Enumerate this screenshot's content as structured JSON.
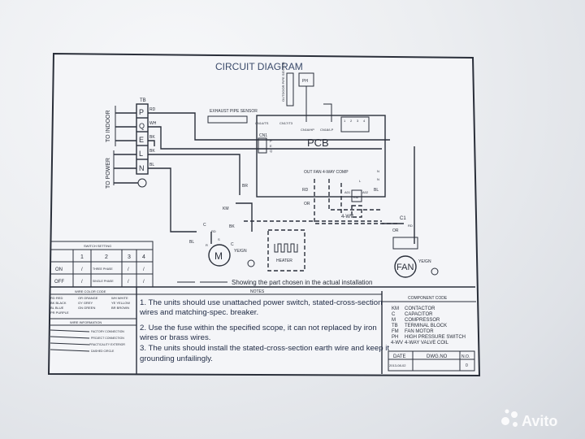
{
  "title": "CIRCUIT DIAGRAM",
  "terminal_block": {
    "label": "TB",
    "terminals": [
      "P",
      "Q",
      "E",
      "L",
      "N"
    ],
    "wires": [
      "RD",
      "WH",
      "BK",
      "BK",
      "BL"
    ],
    "to_indoor": "TO INDOOR",
    "to_power": "TO POWER"
  },
  "sensors": {
    "exhaust": "EXHAUST PIPE SENSOR",
    "outdoor": "OUTDOOR PIPE SENSOR",
    "ph": "PH"
  },
  "pcb": {
    "label": "PCB",
    "connectors": [
      "CN14/TS",
      "CN17/T3",
      "CN16/HP",
      "CN18/LP",
      "CN1"
    ],
    "cn1_pins": [
      "P",
      "E",
      "Q"
    ],
    "outputs": "OUT FAN  4-WAY  COMP",
    "l": "L",
    "n1": "N",
    "n2": "N",
    "dip": [
      "1",
      "2",
      "3",
      "4"
    ]
  },
  "wiring": {
    "rd": "RD",
    "bl": "BL",
    "a01": "A01",
    "a02": "A02",
    "km": "KM",
    "or1": "OR",
    "fourwv": "4-WV",
    "c1": "C1",
    "or2": "OR",
    "rd2": "RD",
    "fan": "FAN",
    "fan_gnd": "YE/GN",
    "km2": "KM",
    "br": "BR",
    "bk": "BK",
    "c": "C",
    "rd3": "RD",
    "s": "S",
    "r": "R",
    "c2": "C",
    "bl2": "BL",
    "motor": "M",
    "motor_gnd": "YE/GN",
    "heater": "HEATER"
  },
  "legend": "Showing the part chosen in the actual installation",
  "switch_setting": {
    "title": "SWITCH SETTING",
    "columns": [
      "1",
      "2",
      "3",
      "4"
    ],
    "rows": [
      {
        "state": "ON",
        "values": [
          "/",
          "THREE PHASE",
          "/",
          "/"
        ]
      },
      {
        "state": "OFF",
        "values": [
          "/",
          "SINGLE PHASE",
          "/",
          "/"
        ]
      }
    ]
  },
  "wire_color_code": {
    "title": "WIRE COLOR CODE",
    "items": [
      "RD RED",
      "OR ORANGE",
      "WH WHITE",
      "BK BLACK",
      "GY GREY",
      "YE YELLOW",
      "BL BLUE",
      "GN GREEN",
      "BR BROWN",
      "PR PURPLE"
    ]
  },
  "wire_information": {
    "title": "WIRE INFORMATION",
    "items": [
      "FACTORY CONNECTION",
      "PROJECT CONNECTION",
      "PRACTICALITY EXTERIOR",
      "DASHED CIRCLE"
    ]
  },
  "notes": {
    "title": "NOTES",
    "lines": [
      "1. The units should use unattached power switch, stated-cross-section",
      "wires and matching-spec. breaker.",
      "2. Use the fuse within the specified scope, it can not replaced by iron",
      "wires or brass wires.",
      "3. The units should install the stated-cross-section earth wire and keep it",
      "grounding unfailingly."
    ]
  },
  "component_code": {
    "title": "COMPONENT CODE",
    "items": [
      {
        "code": "KM",
        "name": "CONTACTOR"
      },
      {
        "code": "C",
        "name": "CAPACITOR"
      },
      {
        "code": "M",
        "name": "COMPRESSOR"
      },
      {
        "code": "TB",
        "name": "TERMINAL BLOCK"
      },
      {
        "code": "FM",
        "name": "FAN MOTOR"
      },
      {
        "code": "PH",
        "name": "HIGH PRESSURE SWITCH"
      },
      {
        "code": "4-WV",
        "name": "4-WAY VALVE COIL"
      }
    ]
  },
  "footer": {
    "date_label": "DATE",
    "dwg_label": "DWG.NO",
    "no_label": "N.O.",
    "date": "2013-08-02",
    "no": "0"
  },
  "watermark": "Avito",
  "colors": {
    "ink": "#2a2f3a",
    "paper": "#f4f5f8"
  }
}
